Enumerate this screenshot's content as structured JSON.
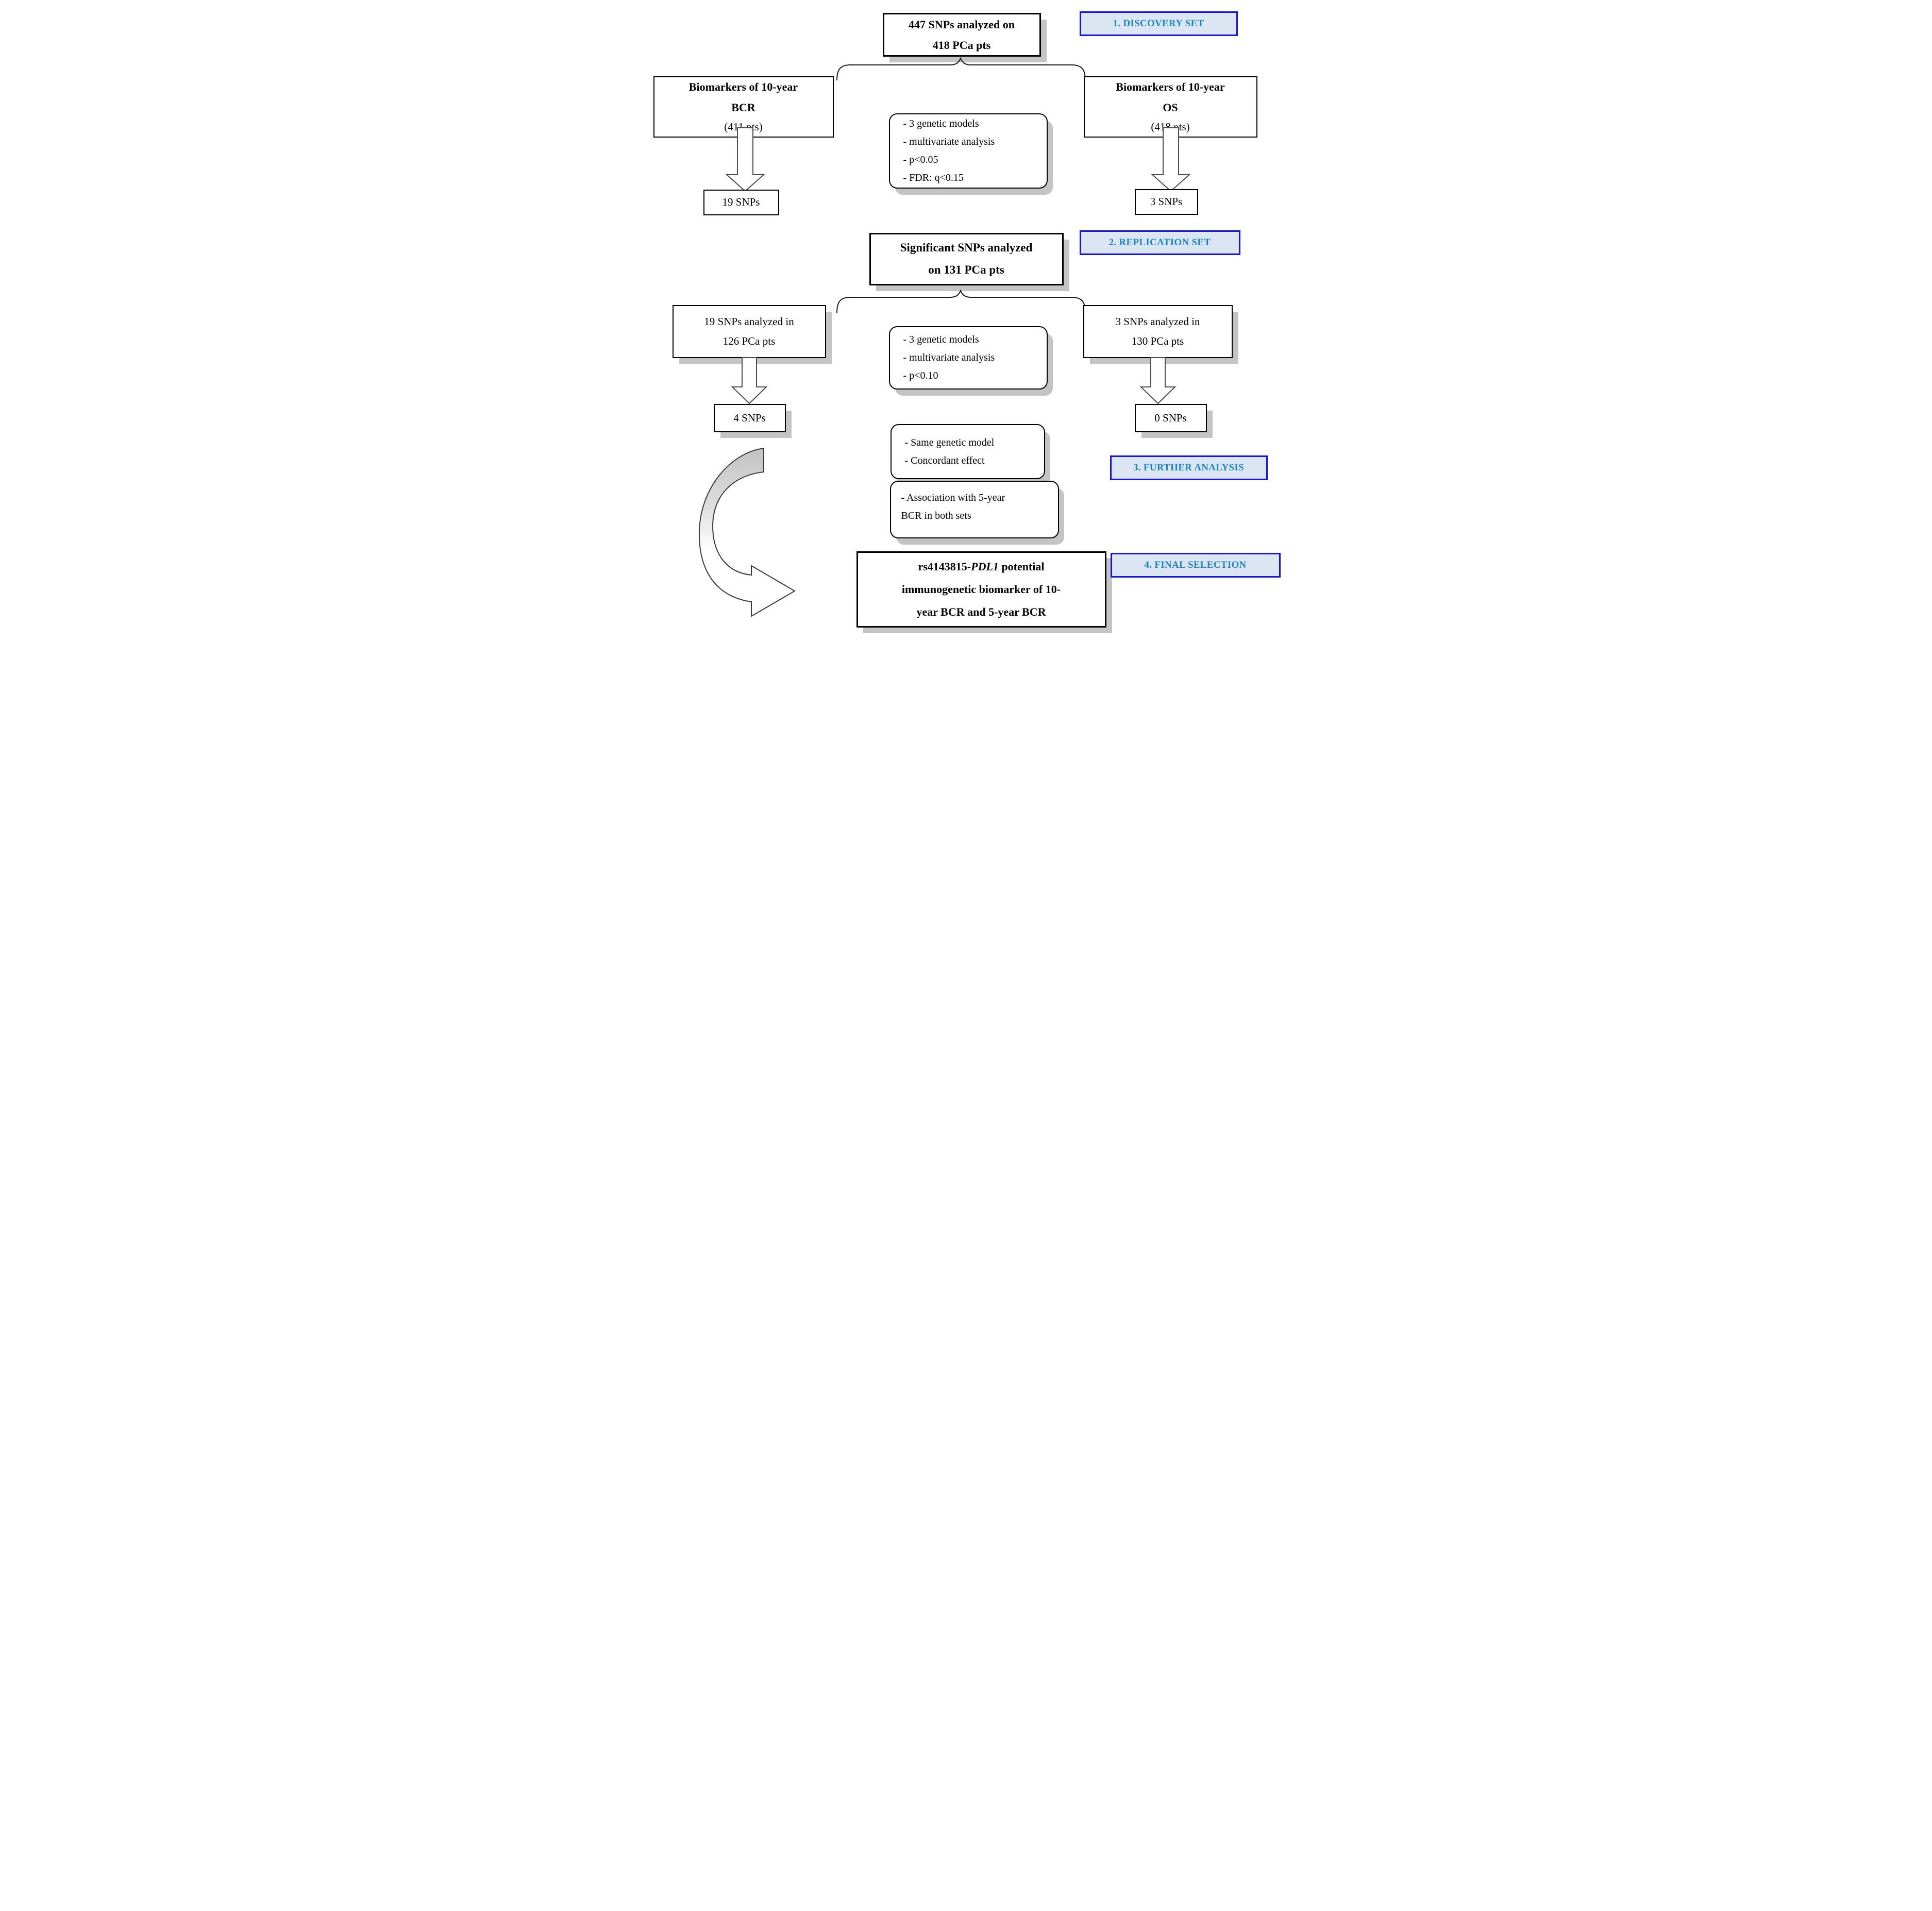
{
  "colors": {
    "badge_fill": "#dce6f2",
    "badge_border": "#1414e8",
    "badge_text": "#1a84c6",
    "box_border": "#000000",
    "shadow": "#c4c4c4",
    "arrow_stroke": "#4d4d4d"
  },
  "stages": {
    "discovery_label": "1. DISCOVERY SET",
    "replication_label": "2. REPLICATION SET",
    "further_label": "3. FURTHER ANALYSIS",
    "final_label": "4. FINAL SELECTION"
  },
  "discovery": {
    "total": {
      "line1": "447 SNPs analyzed on",
      "line2": "418 PCa pts"
    },
    "bcr": {
      "line1": "Biomarkers of 10-year",
      "line2": "BCR",
      "line3": "(411 pts)"
    },
    "os": {
      "line1": "Biomarkers of 10-year",
      "line2": "OS",
      "line3": "(418 pts)"
    },
    "criteria": [
      "- 3 genetic models",
      "- multivariate analysis",
      "- p<0.05",
      "- FDR: q<0.15"
    ],
    "bcr_result": "19 SNPs",
    "os_result": "3 SNPs"
  },
  "replication": {
    "total": {
      "line1": "Significant SNPs analyzed",
      "line2": "on 131 PCa pts"
    },
    "bcr": {
      "line1": "19 SNPs analyzed in",
      "line2": "126 PCa pts"
    },
    "os": {
      "line1": "3 SNPs analyzed in",
      "line2": "130 PCa pts"
    },
    "criteria": [
      "- 3 genetic models",
      "- multivariate analysis",
      "- p<0.10"
    ],
    "bcr_result": "4 SNPs",
    "os_result": "0 SNPs"
  },
  "further": {
    "model_criteria": [
      "- Same genetic model",
      "- Concordant effect"
    ],
    "association_criteria": [
      "- Association with 5-year",
      "BCR in both sets"
    ]
  },
  "final": {
    "prefix": "rs4143815-",
    "gene": "PDL1",
    "suffix": " potential",
    "line2": "immunogenetic biomarker of 10-",
    "line3": "year BCR and 5-year BCR"
  }
}
